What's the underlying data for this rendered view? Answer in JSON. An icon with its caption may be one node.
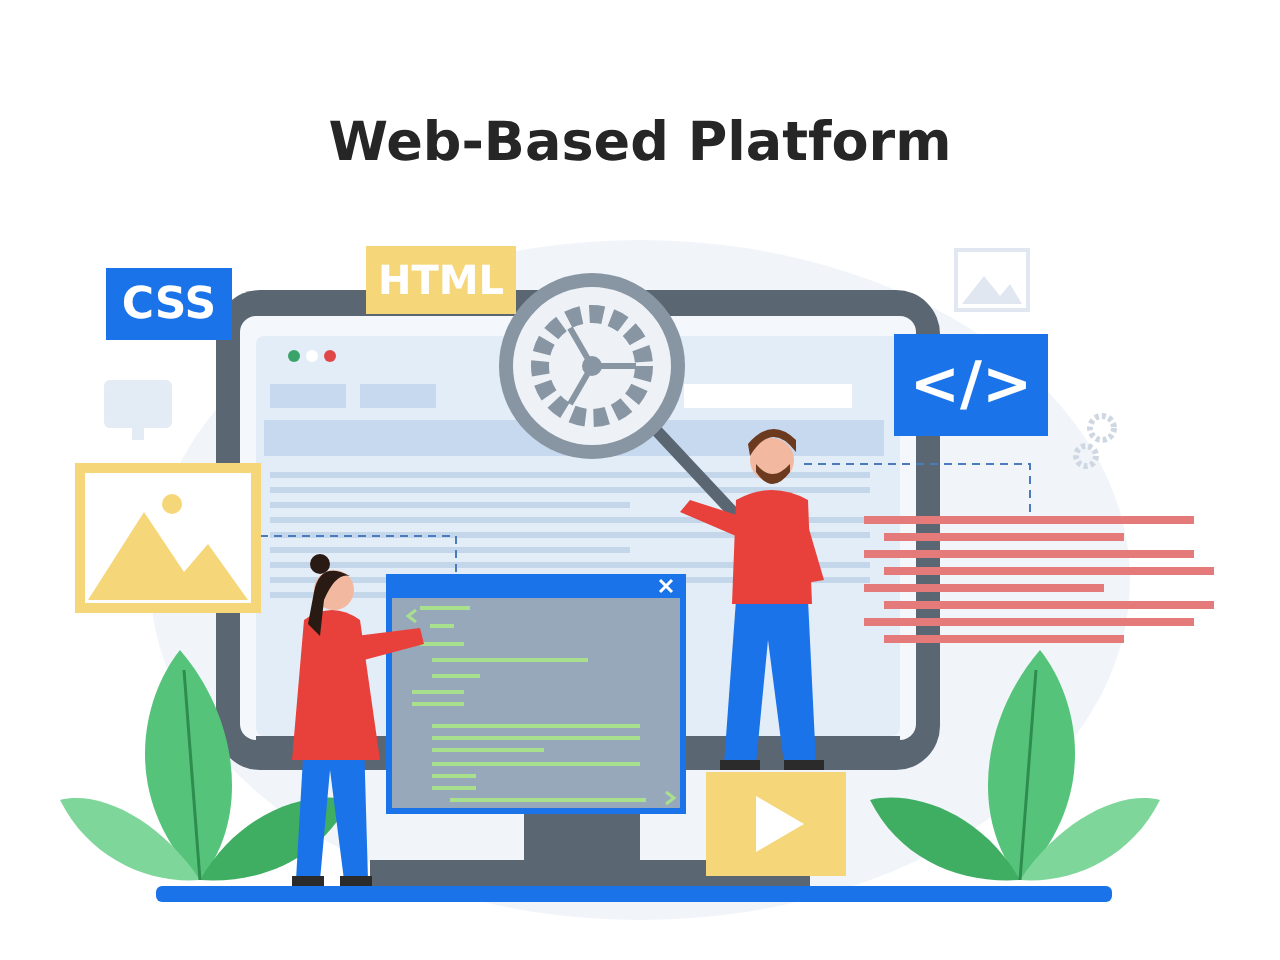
{
  "diagram": {
    "title": "Web-Based Platform",
    "nodes": [
      {
        "text": [
          "CSS"
        ]
      },
      {
        "text": [
          "HTML"
        ]
      },
      {
        "text": [
          "</>"
        ]
      }
    ]
  }
}
